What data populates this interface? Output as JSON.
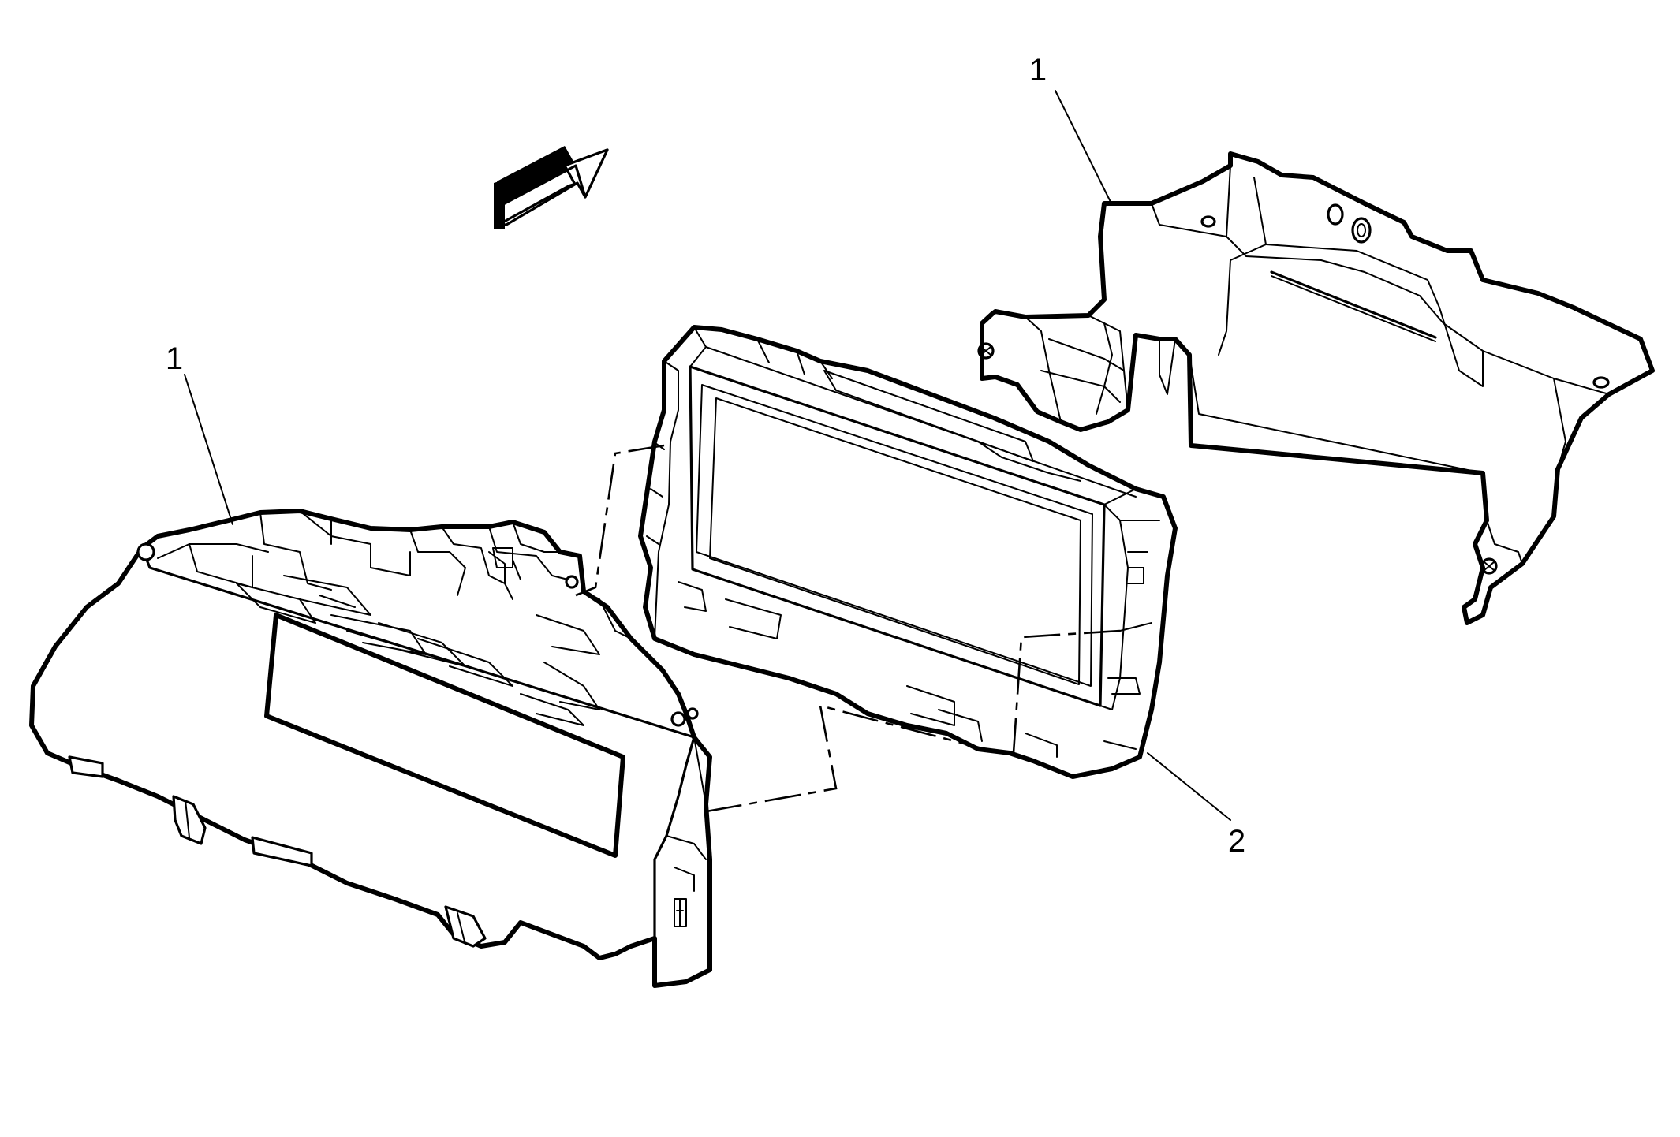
{
  "callouts": {
    "top_right_label": "1",
    "left_label": "1",
    "lower_right_label": "2"
  },
  "icons": {
    "direction_arrow": "front-direction-arrow-icon"
  },
  "colors": {
    "line": "#000000",
    "background": "#ffffff"
  }
}
